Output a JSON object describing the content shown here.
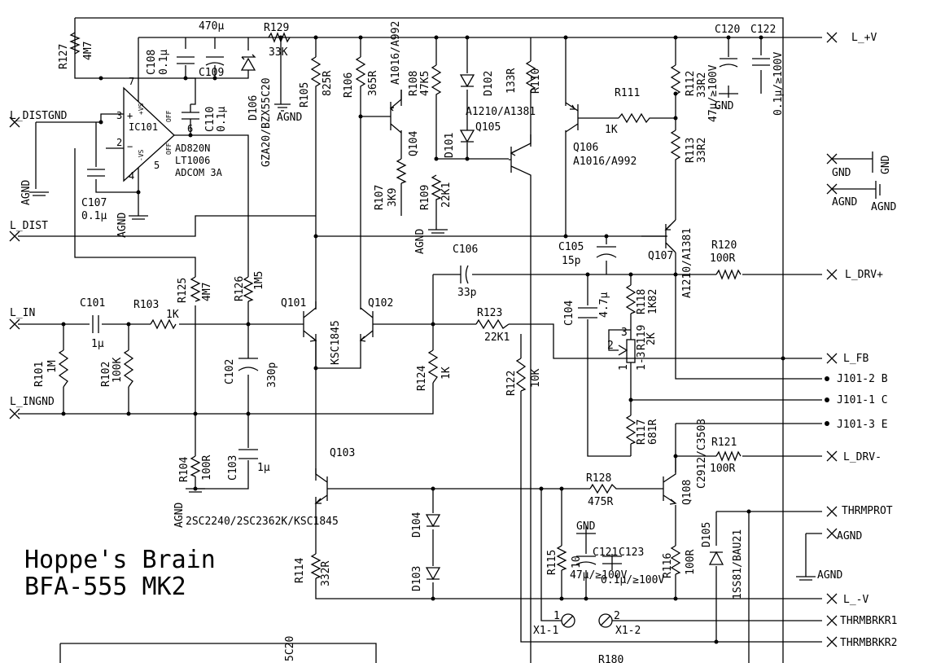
{
  "title": {
    "line1": "Hoppe's Brain",
    "line2": "BFA-555 MK2"
  },
  "ports": {
    "distgnd": "L_DISTGND",
    "dist": "L_DIST",
    "in": "L_IN",
    "ingnd": "L_INGND",
    "vplus": "L_+V",
    "drvplus": "L_DRV+",
    "fb": "L_FB",
    "j101_2": "J101-2 B",
    "j101_1": "J101-1 C",
    "j101_3": "J101-3 E",
    "drvminus": "L_DRV-",
    "thrmprot": "THRMPROT",
    "agnd_r": "AGND",
    "agnd_r2": "AGND",
    "vminus": "L_-V",
    "thrmbrkr1": "THRMBRKR1",
    "thrmbrkr2": "THRMBRKR2",
    "gnd_a": "GND",
    "gnd_b": "GND",
    "agnd_a": "AGND",
    "agnd_b": "AGND"
  },
  "ic": {
    "ref": "IC101",
    "part1": "AD820N",
    "part2": "LT1006",
    "part3": "ADCOM 3A",
    "pin2": "2",
    "pin3": "3",
    "pin4": "4",
    "pin5": "5",
    "pin6": "6",
    "pin7": "7",
    "vplus": "+VS",
    "vminus": "-VS",
    "off1": "OFF",
    "off2": "OFF",
    "plus": "+",
    "minus": "−"
  },
  "resistors": {
    "r127": "R127",
    "r127v": "4M7",
    "r129": "R129",
    "r129v": "33K",
    "r105": "R105",
    "r105v": "825R",
    "r106": "R106",
    "r106v": "365R",
    "r108": "R108",
    "r108v": "47K5",
    "r110": "R110",
    "r110v": "133R",
    "r111": "R111",
    "r111v": "1K",
    "r112": "R112",
    "r112v": "33R2",
    "r113": "R113",
    "r113v": "33R2",
    "r107": "R107",
    "r107v": "3K9",
    "r109": "R109",
    "r109v": "22K1",
    "r120": "R120",
    "r120v": "100R",
    "r125": "R125",
    "r125v": "4M7",
    "r126": "R126",
    "r126v": "1M5",
    "r103": "R103",
    "r103v": "1K",
    "r101": "R101",
    "r101v": "1M",
    "r102": "R102",
    "r102v": "100K",
    "r118": "R118",
    "r118v": "1K82",
    "r119": "R119",
    "r119v": "2K",
    "r123": "R123",
    "r123v": "22K1",
    "r124": "R124",
    "r124v": "1K",
    "r122": "R122",
    "r122v": "10K",
    "r117": "R117",
    "r117v": "681R",
    "r121": "R121",
    "r121v": "100R",
    "r104": "R104",
    "r104v": "100R",
    "r128": "R128",
    "r128v": "475R",
    "r114": "R114",
    "r114v": "332R",
    "r115": "R115",
    "r115v": "10",
    "r116": "R116",
    "r116v": "100R",
    "r180": "R180"
  },
  "capacitors": {
    "c108": "C108",
    "c108v": "0.1µ",
    "c109": "C109",
    "c109v": "470µ",
    "c110": "C110",
    "c110v": "0.1µ",
    "c107": "C107",
    "c107v": "0.1µ",
    "c120": "C120",
    "c120v": "47µ/≥100V",
    "c122": "C122",
    "c122v": "0.1µ/≥100V",
    "c106": "C106",
    "c106v": "33p",
    "c105": "C105",
    "c105v": "15p",
    "c104": "C104",
    "c104v": "4.7µ",
    "c101": "C101",
    "c101v": "1µ",
    "c102": "C102",
    "c102v": "330p",
    "c103": "C103",
    "c103v": "1µ",
    "c121": "C121",
    "c121v": "47µ/≥100V",
    "c123": "C123",
    "c123v": "0.1µ/≥100V"
  },
  "semis": {
    "d106": "D106",
    "d106v": "GZA20/BZX55C20",
    "d102": "D102",
    "d101": "D101",
    "q104": "Q104",
    "q104v": "A1016/A992",
    "q105": "Q105",
    "q105v": "A1210/A1381",
    "q106": "Q106",
    "q106v": "A1016/A992",
    "q107": "Q107",
    "q107v": "A1210/A1381",
    "q101": "Q101",
    "q102": "Q102",
    "q101v": "KSC1845",
    "q103": "Q103",
    "q103v": "2SC2240/2SC2362K/KSC1845",
    "q108": "Q108",
    "q108v": "C2912/C3503",
    "d104": "D104",
    "d103": "D103",
    "d105": "D105",
    "d105v": "1SS81/BAU21",
    "x1_1": "X1-1",
    "x1_2": "X1-2",
    "pin1": "1",
    "pin2": "2",
    "pot1": "1",
    "pot2": "2",
    "pot3": "3",
    "pot13": "1-3",
    "misc1": "5C20"
  },
  "grounds": {
    "agnd1": "AGND",
    "agnd2": "AGND",
    "agnd3": "AGND",
    "agnd4": "AGND",
    "agnd5": "AGND",
    "gnd1": "GND",
    "gnd2": "GND"
  }
}
